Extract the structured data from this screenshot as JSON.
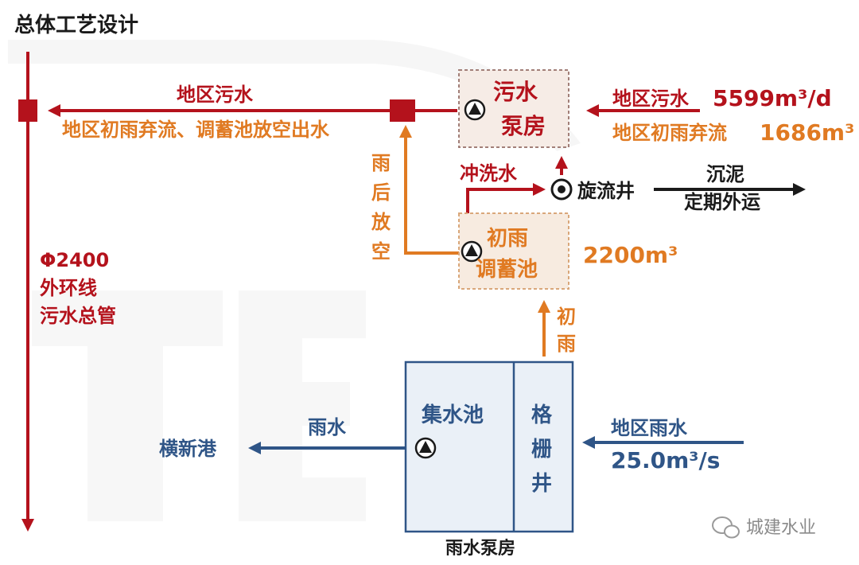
{
  "title": "总体工艺设计",
  "sewage_pump_house": {
    "line1": "污水",
    "line2": "泵房"
  },
  "district_sewage_top": "地区污水",
  "district_sewage_in": "地区污水",
  "sewage_flow": "5599m³/d",
  "first_rain_discard_in": "地区初雨弃流",
  "first_rain_flow": "1686m³",
  "discharge_label": "地区初雨弃流、调蓄池放空出水",
  "after_rain_empty": [
    "雨",
    "后",
    "放",
    "空"
  ],
  "flush_water": "冲洗水",
  "vortex_well": "旋流井",
  "sludge": {
    "line1": "沉泥",
    "line2": "定期外运"
  },
  "storage_tank": {
    "line1": "初雨",
    "line2": "调蓄池"
  },
  "storage_volume": "2200m³",
  "main_pipe": {
    "line1": "Φ2400",
    "line2": "外环线",
    "line3": "污水总管"
  },
  "first_rain_up": [
    "初",
    "雨"
  ],
  "collection_pool": "集水池",
  "grille_well": [
    "格",
    "栅",
    "井"
  ],
  "rain_pump_house": "雨水泵房",
  "rainwater_out": "雨水",
  "hengxin_port": "横新港",
  "district_rain_in": "地区雨水",
  "rain_flow": "25.0m³/s",
  "watermark": "城建水业",
  "colors": {
    "sewage": "#b4121c",
    "first_rain": "#e07a22",
    "rain": "#2f5587"
  }
}
